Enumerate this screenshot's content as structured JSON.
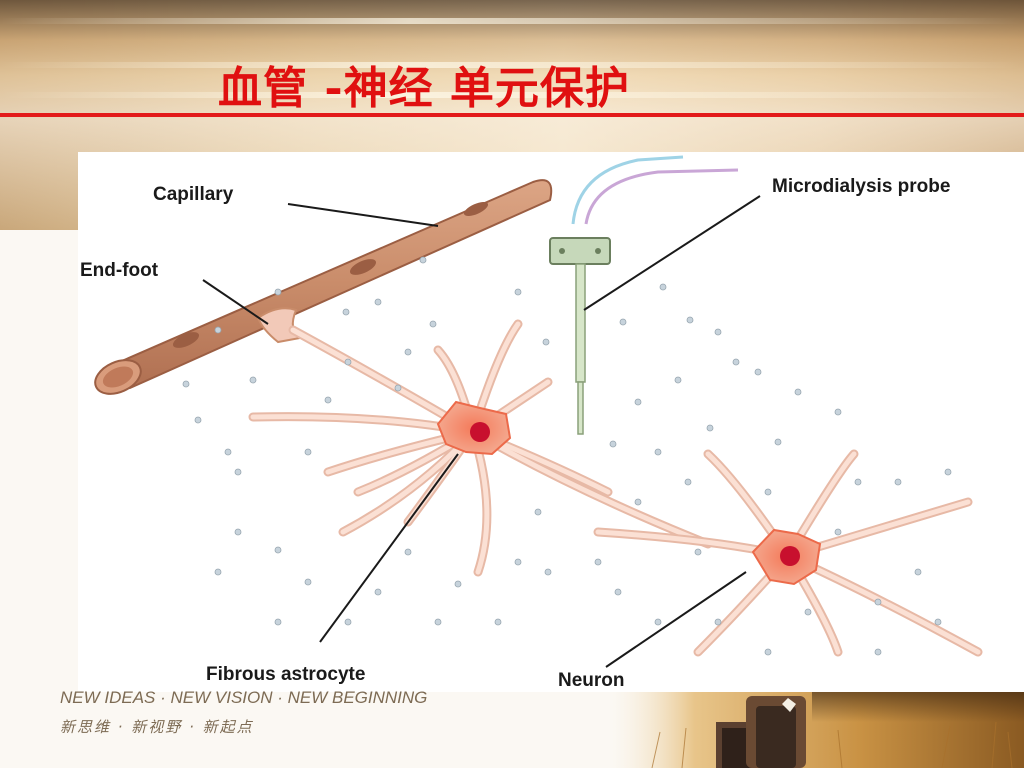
{
  "slide": {
    "title": "血管 -神经 单元保护",
    "tagline_en": "NEW IDEAS · NEW VISION · NEW BEGINNING",
    "tagline_zh": "新思维 · 新视野 · 新起点",
    "accent_color": "#e01010"
  },
  "diagram": {
    "labels": {
      "capillary": "Capillary",
      "end_foot": "End-foot",
      "microdialysis_probe": "Microdialysis probe",
      "fibrous_astrocyte": "Fibrous astrocyte",
      "neuron": "Neuron"
    },
    "colors": {
      "vessel": "#c98c6a",
      "cell_body": "#f08a6a",
      "process": "#f2c9b8",
      "nucleus": "#c8102e",
      "probe_tube_1": "#9fd3e6",
      "probe_tube_2": "#c9a6d6"
    }
  },
  "decor": {
    "corner_image": "golden-field-with-letters-photo"
  }
}
